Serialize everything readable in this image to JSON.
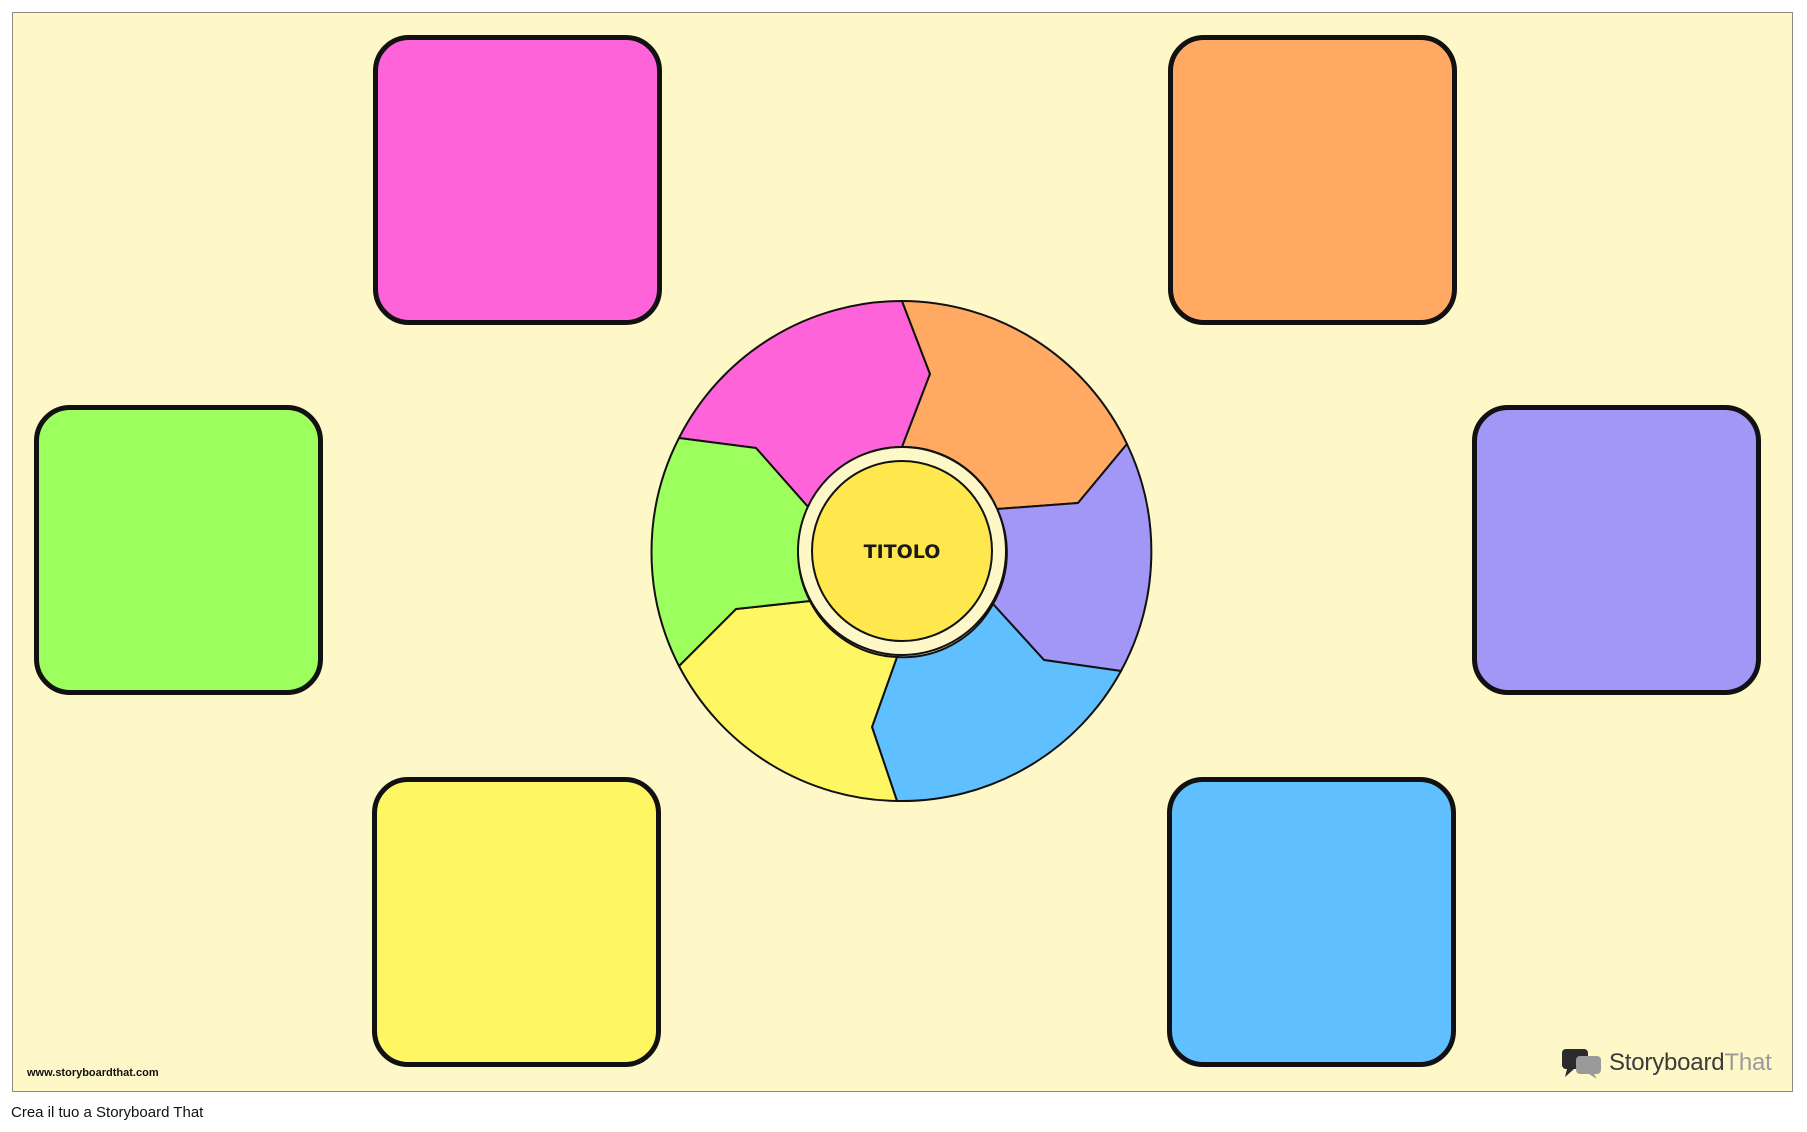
{
  "diagram": {
    "center_title": "TITOLO",
    "colors": {
      "background": "#fef8c8",
      "pink": "#ff63d9",
      "orange": "#ffa962",
      "purple": "#a296f7",
      "blue": "#60bfff",
      "yellow": "#fff664",
      "green": "#9cff5e",
      "center": "#ffe84d"
    },
    "boxes": [
      {
        "name": "top-left",
        "color": "pink"
      },
      {
        "name": "top-right",
        "color": "orange"
      },
      {
        "name": "middle-left",
        "color": "green"
      },
      {
        "name": "middle-right",
        "color": "purple"
      },
      {
        "name": "bottom-left",
        "color": "yellow"
      },
      {
        "name": "bottom-right",
        "color": "blue"
      }
    ]
  },
  "watermark": {
    "url": "www.storyboardthat.com",
    "logo_text_dark": "Storyboard",
    "logo_text_light": "That",
    "logo_icon": "speech-bubbles-icon"
  },
  "footer": {
    "caption": "Crea il tuo a Storyboard That"
  }
}
